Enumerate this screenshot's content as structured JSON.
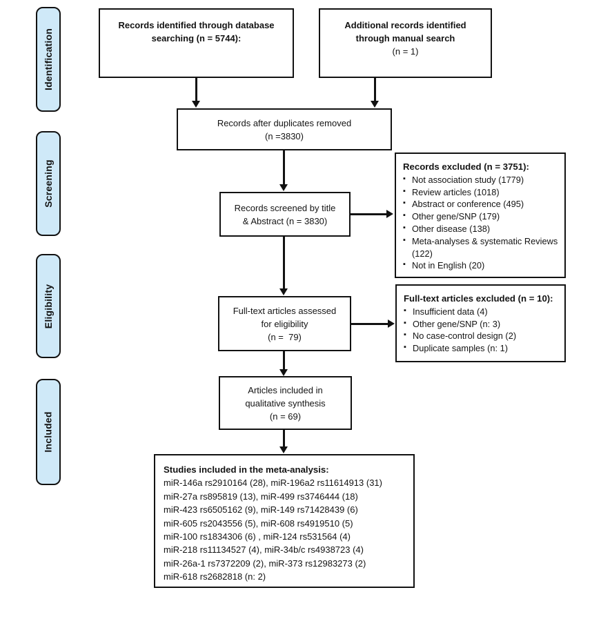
{
  "colors": {
    "stage_fill": "#cfe9f8",
    "border": "#111111",
    "arrow": "#111111",
    "bg": "#ffffff"
  },
  "icons": {
    "bullet": "▪"
  },
  "stages": [
    {
      "label": "Identification"
    },
    {
      "label": "Screening"
    },
    {
      "label": "Eligibility"
    },
    {
      "label": "Included"
    }
  ],
  "flow": {
    "db_search": {
      "lines": [
        "Records identified through database",
        "searching (n = 5744):"
      ]
    },
    "manual_search": {
      "bold_lines": [
        "Additional records identified",
        "through manual search"
      ],
      "count_line": "(n = 1)"
    },
    "dedup": {
      "lines": [
        "Records after duplicates removed",
        "(n =3830)"
      ]
    },
    "screened": {
      "lines": [
        "Records screened by title",
        "& Abstract (n = 3830)"
      ]
    },
    "records_excluded": {
      "header": "Records excluded (n = 3751):",
      "items": [
        "Not association study (1779)",
        "Review articles (1018)",
        "Abstract or conference (495)",
        "Other gene/SNP (179)",
        "Other disease (138)",
        "Meta-analyses & systematic Reviews (122)",
        "Not in English (20)"
      ]
    },
    "fulltext_assessed": {
      "lines": [
        "Full-text articles assessed",
        "for eligibility",
        "(n =  79)"
      ]
    },
    "fulltext_excluded": {
      "header": "Full-text articles excluded (n = 10):",
      "items": [
        "Insufficient data (4)",
        "Other gene/SNP (n: 3)",
        "No case-control design (2)",
        "Duplicate samples (n: 1)"
      ]
    },
    "qualitative": {
      "lines": [
        "Articles included in",
        "qualitative synthesis",
        "(n = 69)"
      ]
    },
    "meta_analysis": {
      "header": "Studies included in the meta-analysis:",
      "lines": [
        "miR-146a rs2910164 (28), miR-196a2 rs11614913 (31)",
        "miR-27a rs895819 (13), miR-499 rs3746444 (18)",
        "miR-423 rs6505162 (9), miR-149 rs71428439 (6)",
        "miR-605 rs2043556 (5), miR-608 rs4919510 (5)",
        "miR-100 rs1834306 (6) , miR-124 rs531564 (4)",
        "miR-218 rs11134527 (4), miR-34b/c rs4938723 (4)",
        "miR-26a-1 rs7372209 (2), miR-373 rs12983273 (2)",
        "miR-618 rs2682818 (n: 2)"
      ]
    }
  }
}
